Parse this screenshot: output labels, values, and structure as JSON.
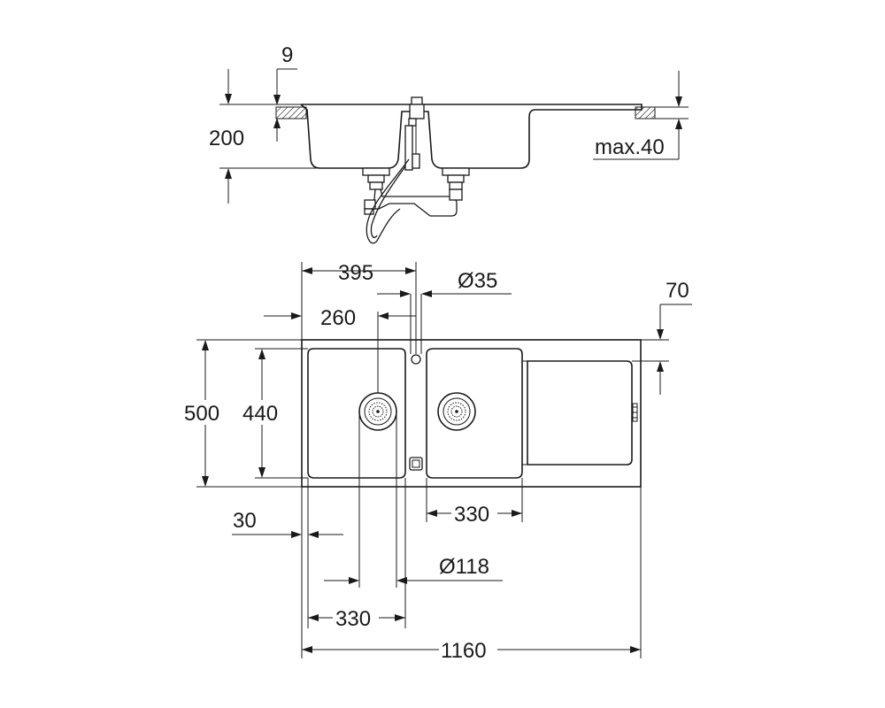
{
  "section_view": {
    "dimensions": {
      "counter_thickness": "9",
      "depth": "200",
      "max_thickness": "max.40"
    }
  },
  "plan_view": {
    "dimensions": {
      "tap_offset": "395",
      "tap_hole": "Ø35",
      "drain_offset": "260",
      "rear_margin": "70",
      "overall_depth": "500",
      "bowl_depth": "440",
      "bowl_two_width": "330",
      "side_margin": "30",
      "drain_diameter": "Ø118",
      "bowl_one_width": "330",
      "overall_width": "1160"
    }
  }
}
